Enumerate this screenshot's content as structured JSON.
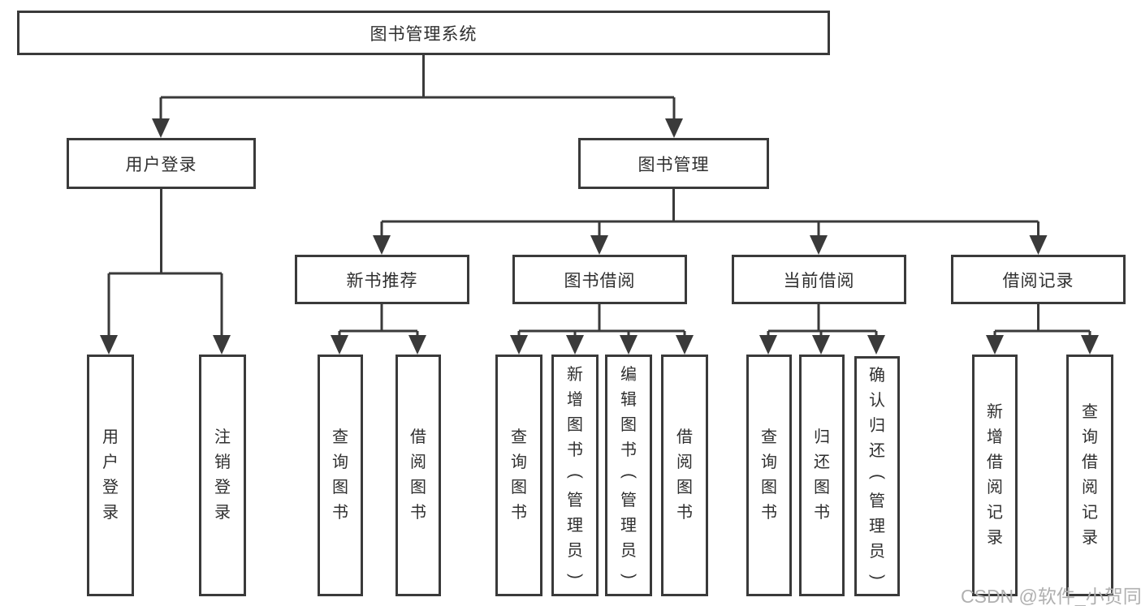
{
  "tree": {
    "root": {
      "label": "图书管理系统"
    },
    "branches": [
      {
        "label": "用户登录",
        "children": [
          {
            "label": "用户登录"
          },
          {
            "label": "注销登录"
          }
        ]
      },
      {
        "label": "图书管理",
        "children": [
          {
            "label": "新书推荐",
            "children": [
              {
                "label": "查询图书"
              },
              {
                "label": "借阅图书"
              }
            ]
          },
          {
            "label": "图书借阅",
            "children": [
              {
                "label": "查询图书"
              },
              {
                "label": "新增图书（管理员）"
              },
              {
                "label": "编辑图书（管理员）"
              },
              {
                "label": "借阅图书"
              }
            ]
          },
          {
            "label": "当前借阅",
            "children": [
              {
                "label": "查询图书"
              },
              {
                "label": "归还图书"
              },
              {
                "label": "确认归还（管理员）"
              }
            ]
          },
          {
            "label": "借阅记录",
            "children": [
              {
                "label": "新增借阅记录"
              },
              {
                "label": "查询借阅记录"
              }
            ]
          }
        ]
      }
    ]
  },
  "watermark": "CSDN @软件_小贺同学",
  "colors": {
    "line": "#3a3a3a",
    "box_border": "#3a3a3a",
    "box_fill": "#ffffff",
    "text": "#2f2f2f",
    "watermark": "#b0b0b0"
  }
}
